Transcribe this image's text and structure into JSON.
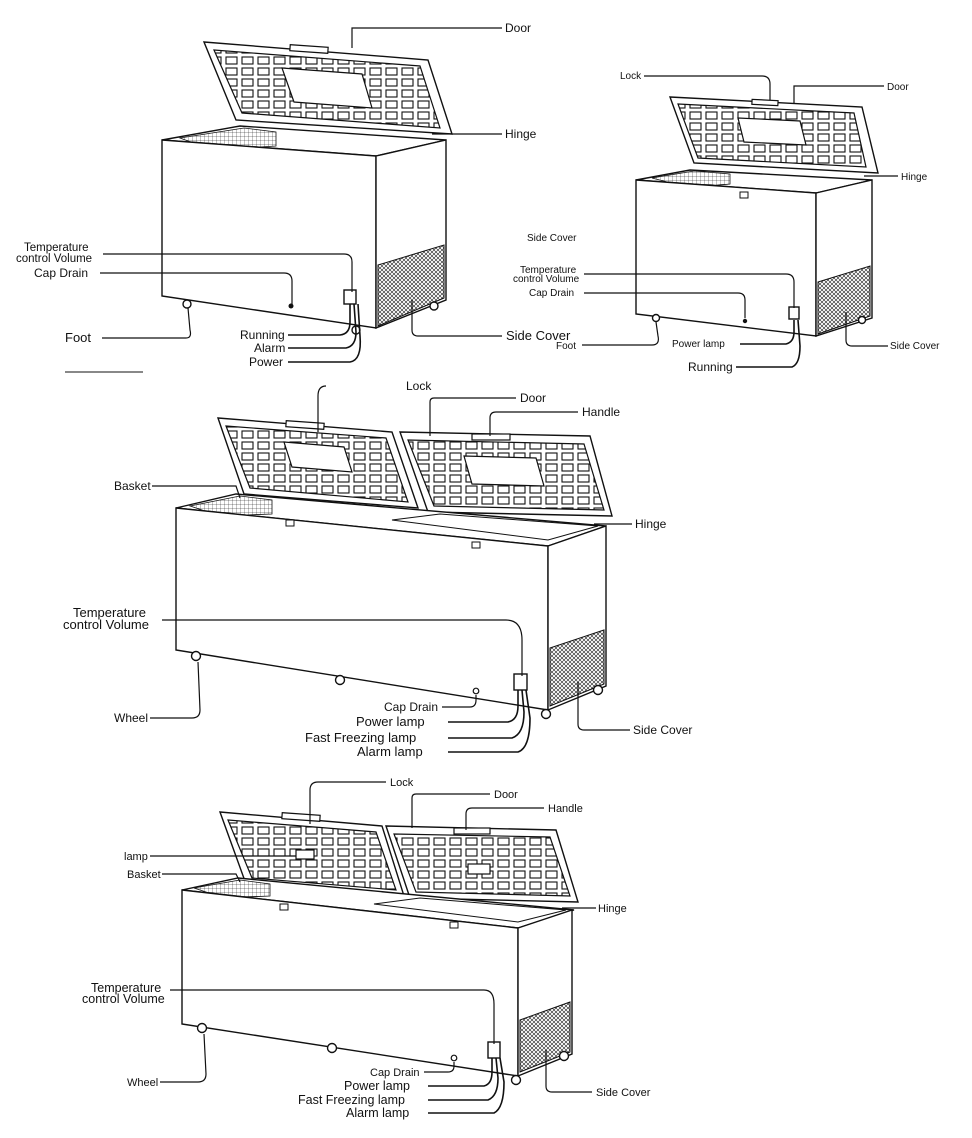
{
  "diagrams": [
    {
      "id": "freezer-1",
      "labels": {
        "door": "Door",
        "hinge": "Hinge",
        "temp_line1": "Temperature",
        "temp_line2": "control Volume",
        "cap_drain": "Cap  Drain",
        "foot": "Foot",
        "running": "Running",
        "alarm": "Alarm",
        "power": "Power",
        "side_cover": "Side  Cover"
      }
    },
    {
      "id": "freezer-2",
      "labels": {
        "lock": "Lock",
        "door": "Door",
        "hinge": "Hinge",
        "side_cover_floating": "Side  Cover",
        "temp_line1": "Temperature",
        "temp_line2": "control Volume",
        "cap_drain": "Cap  Drain",
        "foot": "Foot",
        "power_lamp": "Power  lamp",
        "side_cover": "Side  Cover",
        "running": "Running"
      }
    },
    {
      "id": "freezer-3",
      "labels": {
        "lock": "Lock",
        "door": "Door",
        "handle": "Handle",
        "basket": "Basket",
        "hinge": "Hinge",
        "temp_line1": "Temperature",
        "temp_line2": "control Volume",
        "wheel": "Wheel",
        "cap_drain": "Cap Drain",
        "power_lamp": "Power  lamp",
        "fast_freezing_lamp": "Fast  Freezing  lamp",
        "alarm_lamp": "Alarm  lamp",
        "side_cover": "Side Cover"
      }
    },
    {
      "id": "freezer-4",
      "labels": {
        "lock": "Lock",
        "door": "Door",
        "handle": "Handle",
        "lamp": "lamp",
        "basket": "Basket",
        "hinge": "Hinge",
        "temp_line1": "Temperature",
        "temp_line2": "control Volume",
        "wheel": "Wheel",
        "cap_drain": "Cap Drain",
        "power_lamp": "Power  lamp",
        "fast_freezing_lamp": "Fast  Freezing  lamp",
        "alarm_lamp": "Alarm  lamp",
        "side_cover": "Side Cover"
      }
    }
  ]
}
